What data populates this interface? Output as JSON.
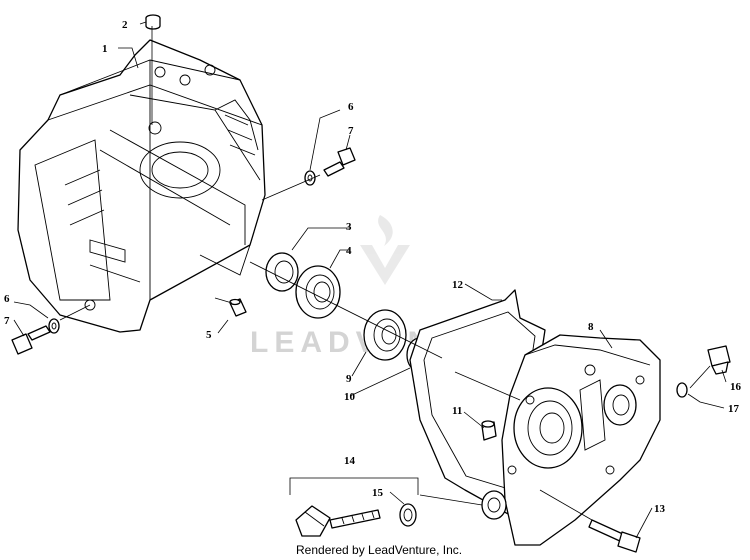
{
  "diagram": {
    "watermark": "LEADVENTURE",
    "footer": "Rendered by LeadVenture, Inc.",
    "callouts": [
      {
        "id": "p1",
        "label": "1"
      },
      {
        "id": "p2",
        "label": "2"
      },
      {
        "id": "p3",
        "label": "3"
      },
      {
        "id": "p4",
        "label": "4"
      },
      {
        "id": "p5",
        "label": "5"
      },
      {
        "id": "p6a",
        "label": "6"
      },
      {
        "id": "p6b",
        "label": "6"
      },
      {
        "id": "p7a",
        "label": "7"
      },
      {
        "id": "p7b",
        "label": "7"
      },
      {
        "id": "p8",
        "label": "8"
      },
      {
        "id": "p9",
        "label": "9"
      },
      {
        "id": "p10",
        "label": "10"
      },
      {
        "id": "p11",
        "label": "11"
      },
      {
        "id": "p12",
        "label": "12"
      },
      {
        "id": "p13",
        "label": "13"
      },
      {
        "id": "p14",
        "label": "14"
      },
      {
        "id": "p15",
        "label": "15"
      },
      {
        "id": "p16",
        "label": "16"
      },
      {
        "id": "p17",
        "label": "17"
      }
    ]
  }
}
